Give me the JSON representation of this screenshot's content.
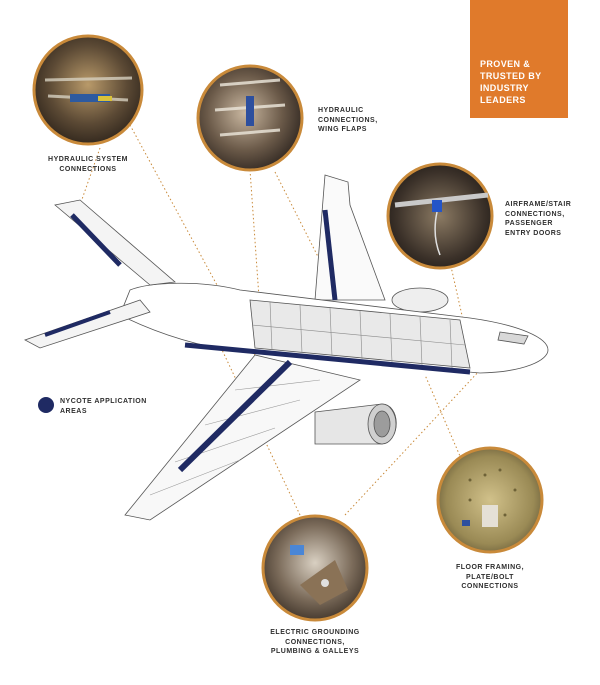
{
  "badge": {
    "lines": [
      "PROVEN &",
      "TRUSTED BY",
      "INDUSTRY",
      "LEADERS"
    ]
  },
  "callouts": {
    "hydraulic_system": [
      "HYDRAULIC SYSTEM",
      "CONNECTIONS"
    ],
    "hydraulic_wing": [
      "HYDRAULIC",
      "CONNECTIONS,",
      "WING FLAPS"
    ],
    "airframe": [
      "AIRFRAME/STAIR",
      "CONNECTIONS,",
      "PASSENGER",
      "ENTRY DOORS"
    ],
    "floor": [
      "FLOOR FRAMING,",
      "PLATE/BOLT",
      "CONNECTIONS"
    ],
    "electric": [
      "ELECTRIC GROUNDING",
      "CONNECTIONS,",
      "PLUMBING & GALLEYS"
    ]
  },
  "legend": {
    "lines": [
      "NYCOTE APPLICATION",
      "AREAS"
    ]
  },
  "colors": {
    "accent_orange": "#e07a2b",
    "nycote_navy": "#1f2a63",
    "photo_ring": "#c98a3a"
  }
}
